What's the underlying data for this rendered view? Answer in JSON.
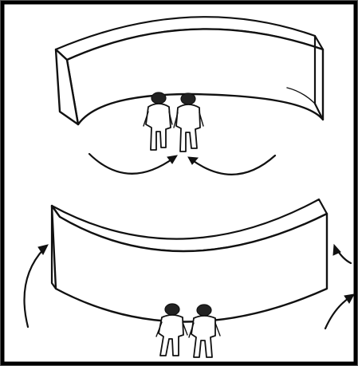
{
  "diagram": {
    "panels": [
      {
        "wall": "curved-wall-concave-toward-viewer",
        "figures": 2,
        "arrows": "converging"
      },
      {
        "wall": "curved-wall-convex-toward-viewer",
        "figures": 2,
        "arrows": "wrapping-around"
      }
    ],
    "colors": {
      "ink": "#111111",
      "background": "#ffffff",
      "border": "#000000"
    }
  }
}
